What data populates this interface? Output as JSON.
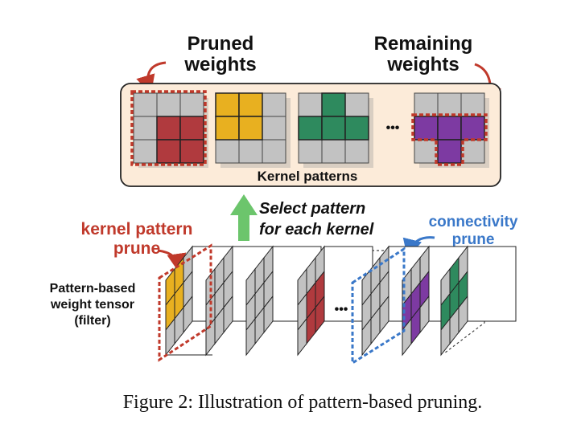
{
  "labels": {
    "pruned_line1": "Pruned",
    "pruned_line2": "weights",
    "remaining_line1": "Remaining",
    "remaining_line2": "weights",
    "kernel_patterns": "Kernel patterns",
    "ellipsis": "•••",
    "select_line1": "Select pattern",
    "select_line2": "for each kernel",
    "kernel_prune_line1": "kernel pattern",
    "kernel_prune_line2": "prune",
    "connectivity_line1": "connectivity",
    "connectivity_line2": "prune",
    "tensor_line1": "Pattern-based",
    "tensor_line2": "weight tensor",
    "tensor_line3": "(filter)"
  },
  "caption": "Figure 2: Illustration of pattern-based pruning.",
  "colors": {
    "red": "#b03a3e",
    "yellow": "#e8b020",
    "green": "#2e8a5e",
    "purple": "#7d3aa2",
    "gray": "#c2c2c2",
    "panel_bg": "#fcebd9",
    "arrow_green": "#6cc56c",
    "label_red": "#c0392b",
    "label_blue": "#3a78c9",
    "dashed_red": "#c0392b",
    "dashed_blue": "#3a78c9"
  },
  "patterns": [
    {
      "name": "pruned-pattern",
      "color": "red",
      "cells": [
        [
          1,
          1
        ],
        [
          1,
          2
        ],
        [
          2,
          1
        ],
        [
          2,
          2
        ]
      ]
    },
    {
      "name": "square-pattern",
      "color": "yellow",
      "cells": [
        [
          0,
          0
        ],
        [
          0,
          1
        ],
        [
          1,
          0
        ],
        [
          1,
          1
        ]
      ]
    },
    {
      "name": "t-pattern",
      "color": "green",
      "cells": [
        [
          0,
          1
        ],
        [
          1,
          0
        ],
        [
          1,
          1
        ],
        [
          1,
          2
        ]
      ]
    },
    {
      "name": "inverted-t-pattern",
      "color": "purple",
      "cells": [
        [
          1,
          0
        ],
        [
          1,
          1
        ],
        [
          1,
          2
        ],
        [
          2,
          1
        ]
      ]
    }
  ],
  "slices": [
    {
      "name": "slice-1",
      "color": "yellow",
      "cells": [
        [
          0,
          0
        ],
        [
          0,
          1
        ],
        [
          1,
          0
        ],
        [
          1,
          1
        ]
      ]
    },
    {
      "name": "slice-2",
      "color": null,
      "cells": []
    },
    {
      "name": "slice-3",
      "color": null,
      "cells": []
    },
    {
      "name": "slice-4",
      "color": "red",
      "cells": [
        [
          1,
          1
        ],
        [
          1,
          2
        ],
        [
          2,
          1
        ],
        [
          2,
          2
        ]
      ]
    },
    {
      "name": "slice-5",
      "color": null,
      "cells": []
    },
    {
      "name": "slice-6",
      "color": "purple",
      "cells": [
        [
          1,
          0
        ],
        [
          1,
          1
        ],
        [
          1,
          2
        ],
        [
          2,
          1
        ]
      ]
    },
    {
      "name": "slice-7",
      "color": "green",
      "cells": [
        [
          0,
          1
        ],
        [
          1,
          0
        ],
        [
          1,
          1
        ],
        [
          1,
          2
        ]
      ]
    }
  ]
}
